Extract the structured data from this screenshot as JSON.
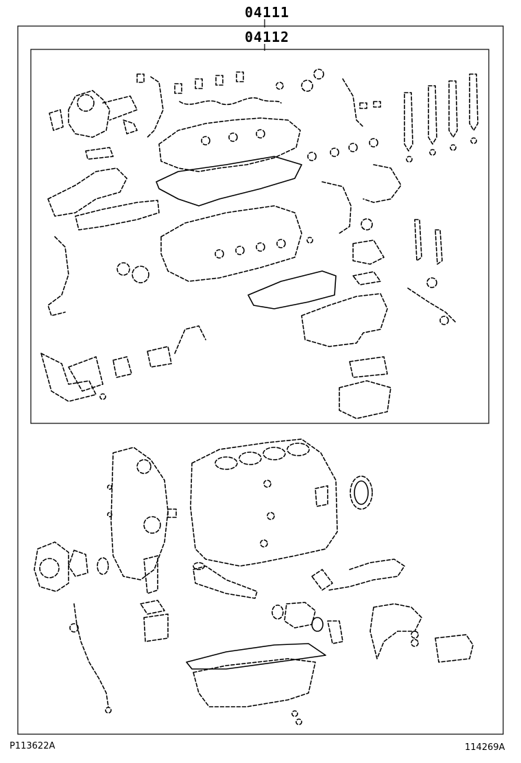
{
  "labels": {
    "outer_part_no": "04111",
    "inner_part_no": "04112"
  },
  "footer": {
    "left_ref": "P113622A",
    "right_ref": "114269A"
  }
}
